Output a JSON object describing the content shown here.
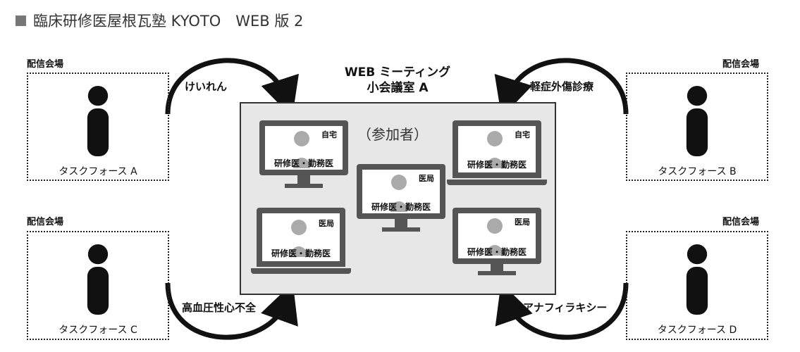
{
  "title": "臨床研修医屋根瓦塾 KYOTO　WEB 版 2",
  "meeting": {
    "line1": "WEB ミーティング",
    "line2": "小会議室 A"
  },
  "participants_label": "（参加者）",
  "venues": [
    {
      "label": "配信会場",
      "force": "タスクフォース A",
      "topic": "けいれん"
    },
    {
      "label": "配信会場",
      "force": "タスクフォース B",
      "topic": "軽症外傷診療"
    },
    {
      "label": "配信会場",
      "force": "タスクフォース C",
      "topic": "高血圧性心不全"
    },
    {
      "label": "配信会場",
      "force": "タスクフォース D",
      "topic": "アナフィラキシー"
    }
  ],
  "devices": [
    {
      "type": "monitor",
      "location": "自宅",
      "role": "研修医・勤務医"
    },
    {
      "type": "monitor",
      "location": "医局",
      "role": "研修医・勤務医"
    },
    {
      "type": "laptop",
      "location": "自宅",
      "role": "研修医・勤務医"
    },
    {
      "type": "laptop",
      "location": "医局",
      "role": "研修医・勤務医"
    },
    {
      "type": "monitor",
      "location": "医局",
      "role": "研修医・勤務医"
    }
  ],
  "colors": {
    "dark": "#111111",
    "room_bg": "#e7e7e7",
    "device": "#555555",
    "avatar": "#aaaaaa"
  }
}
